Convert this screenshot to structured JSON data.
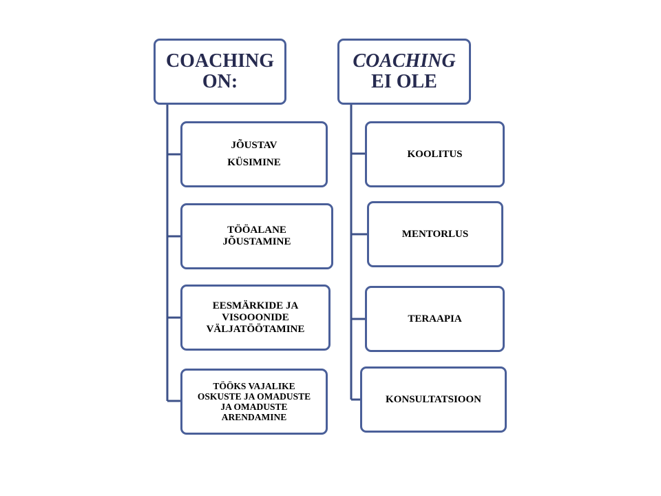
{
  "left_column": {
    "header": [
      "COACHING",
      "ON:"
    ],
    "items": [
      [
        "JÕUSTAV",
        "KÜSIMINE"
      ],
      [
        "TÖÖALANE",
        "JÕUSTAMINE"
      ],
      [
        "EESMÄRKIDE JA",
        "VISOOONIDE",
        "VÄLJATÖÖTAMINE"
      ],
      [
        "TÖÖKS VAJALIKE",
        "OSKUSTE  JA OMADUSTE",
        "JA OMADUSTE",
        "ARENDAMINE"
      ]
    ]
  },
  "right_column": {
    "header": [
      "COACHING",
      "EI OLE"
    ],
    "items": [
      "KOOLITUS",
      "MENTORLUS",
      "TERAAPIA",
      "KONSULTATSIOON"
    ]
  },
  "colors": {
    "border": "#4a5f99",
    "connector": "#3d5188",
    "header_text": "#262a4f"
  }
}
